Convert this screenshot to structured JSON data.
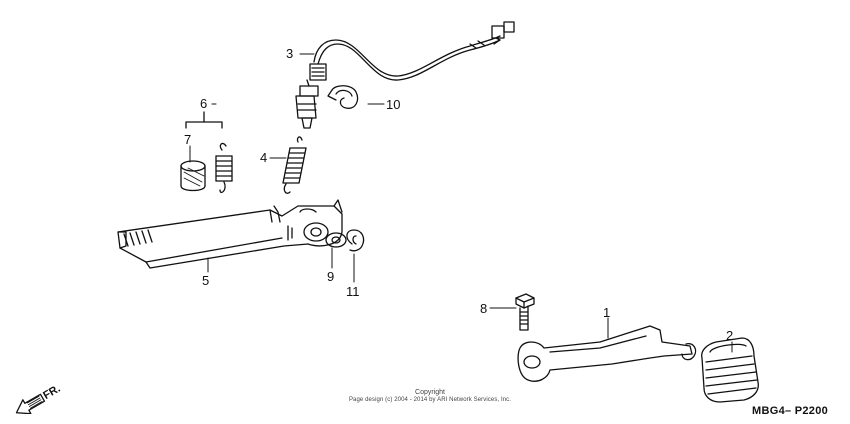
{
  "diagram": {
    "part_code": "MBG4– P2200",
    "copyright_line1": "Copyright",
    "copyright_line2": "Page design (c) 2004 - 2014 by ARI Network Services, Inc.",
    "direction_label": "FR.",
    "callouts": {
      "c1": "1",
      "c2": "2",
      "c3": "3",
      "c4": "4",
      "c5": "5",
      "c6": "6",
      "c7": "7",
      "c8": "8",
      "c9": "9",
      "c10": "10",
      "c11": "11"
    }
  }
}
